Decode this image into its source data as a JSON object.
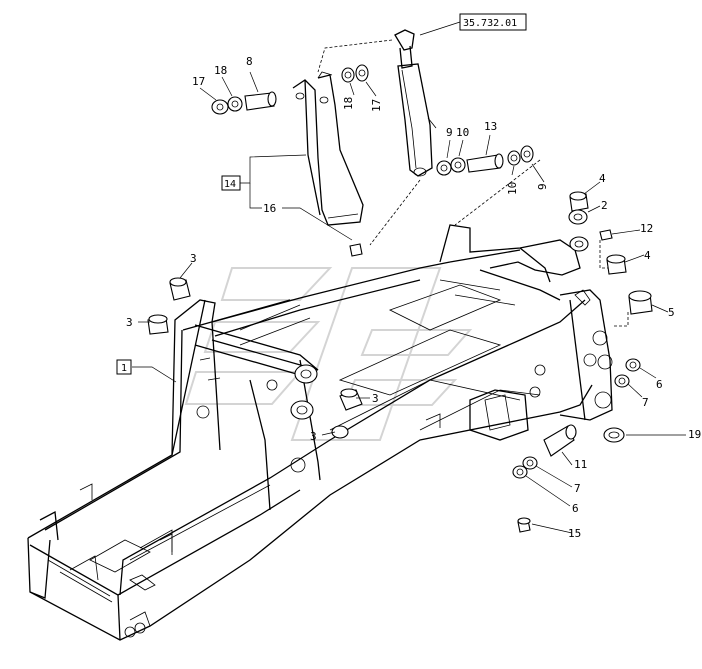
{
  "diagram": {
    "ref_box": "35.732.01",
    "callouts": {
      "c1": "1",
      "c3a": "3",
      "c3b": "3",
      "c3c": "3",
      "c3d": "3",
      "c2": "2",
      "c4a": "4",
      "c4b": "4",
      "c5": "5",
      "c6a": "6",
      "c6b": "6",
      "c7a": "7",
      "c7b": "7",
      "c8": "8",
      "c9a": "9",
      "c9b": "9",
      "c10a": "10",
      "c10b": "10",
      "c11": "11",
      "c12": "12",
      "c13": "13",
      "c14": "14",
      "c15": "15",
      "c16": "16",
      "c17a": "17",
      "c17b": "17",
      "c18a": "18",
      "c18b": "18",
      "c19": "19"
    }
  }
}
